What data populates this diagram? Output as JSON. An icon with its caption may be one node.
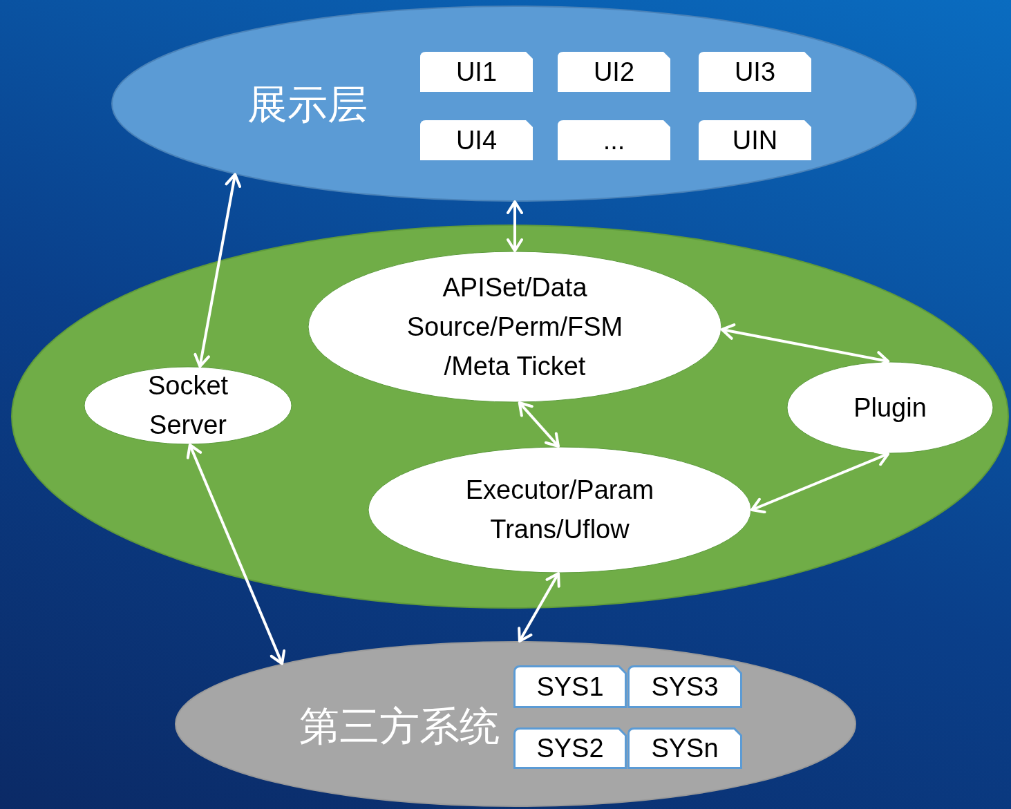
{
  "diagram": {
    "nodes": [
      {
        "text": [
          "展示层"
        ]
      },
      {
        "text": [
          "UI1"
        ],
        "in": 0
      },
      {
        "text": [
          "UI2"
        ],
        "in": 0
      },
      {
        "text": [
          "UI3"
        ],
        "in": 0
      },
      {
        "text": [
          "UI4"
        ],
        "in": 0
      },
      {
        "text": [
          "..."
        ],
        "in": 0
      },
      {
        "text": [
          "UIN"
        ],
        "in": 0
      },
      {
        "text": [],
        "shape": "ellipse"
      },
      {
        "text": [
          "Socket Server"
        ],
        "in": 7
      },
      {
        "text": [
          "APISet/Data Source/Perm/FSM /Meta Ticket"
        ],
        "in": 7
      },
      {
        "text": [
          "Plugin"
        ],
        "in": 7
      },
      {
        "text": [
          "Executor/Param Trans/Uflow"
        ],
        "in": 7
      },
      {
        "text": [
          "第三方系统"
        ]
      },
      {
        "text": [
          "SYS1"
        ],
        "in": 12
      },
      {
        "text": [
          "SYS3"
        ],
        "in": 12
      },
      {
        "text": [
          "SYS2"
        ],
        "in": 12
      },
      {
        "text": [
          "SYSn"
        ],
        "in": 12
      }
    ],
    "edges": [
      {
        "from": 0,
        "to": 8,
        "arrow": "both"
      },
      {
        "from": 0,
        "to": 9,
        "arrow": "both"
      },
      {
        "from": 9,
        "to": 10,
        "arrow": "both"
      },
      {
        "from": 9,
        "to": 11,
        "arrow": "both"
      },
      {
        "from": 11,
        "to": 10,
        "arrow": "both"
      },
      {
        "from": 8,
        "to": 12,
        "arrow": "both"
      },
      {
        "from": 11,
        "to": 12,
        "arrow": "both"
      }
    ]
  }
}
